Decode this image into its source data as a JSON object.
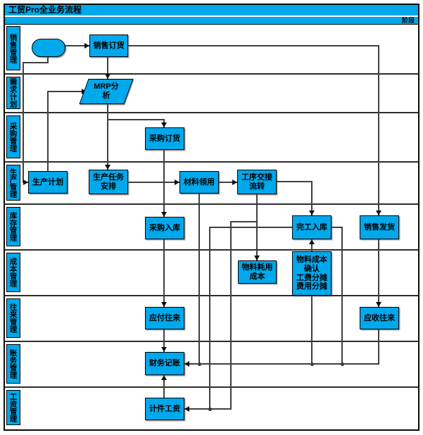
{
  "title": "工贸Pro全业务流程",
  "phase_label": "阶段",
  "colors": {
    "accent": "#00a8ec",
    "line": "#3f3f3f",
    "border": "#0a0a0a"
  },
  "lanes": [
    {
      "label": "销售管理"
    },
    {
      "label": "需求计划"
    },
    {
      "label": "采购管理"
    },
    {
      "label": "生产管理"
    },
    {
      "label": "库存管理"
    },
    {
      "label": "成本管理"
    },
    {
      "label": "往来管理"
    },
    {
      "label": "账务管理"
    },
    {
      "label": "工资管理"
    }
  ],
  "nodes": {
    "start": {
      "label": ""
    },
    "sales_order": {
      "label": "销售订货"
    },
    "mrp_analysis": {
      "label": "MRP分\n析"
    },
    "purchase_order": {
      "label": "采购订货"
    },
    "production_plan": {
      "label": "生产计划"
    },
    "production_task": {
      "label": "生产任务\n安排"
    },
    "material_requisition": {
      "label": "材料领用"
    },
    "process_handover": {
      "label": "工序交接\n流转"
    },
    "purchase_inbound": {
      "label": "采购入库"
    },
    "completion_inbound": {
      "label": "完工入库"
    },
    "sales_delivery": {
      "label": "销售发货"
    },
    "material_consumption_cost": {
      "label": "物料耗用\n成本"
    },
    "cost_confirmation": {
      "label": "物料成本\n确认\n工费分摊\n费用分摊"
    },
    "accounts_payable": {
      "label": "应付往来"
    },
    "accounts_receivable": {
      "label": "应收往来"
    },
    "financial_bookkeeping": {
      "label": "财务记账"
    },
    "piece_rate_wage": {
      "label": "计件工资"
    }
  },
  "edges": [
    {
      "from": "start",
      "to": "sales_order"
    },
    {
      "from": "sales_order",
      "to": "mrp_analysis"
    },
    {
      "from": "sales_order",
      "to": "sales_delivery"
    },
    {
      "from": "start",
      "to": "production_plan"
    },
    {
      "from": "production_plan",
      "to": "mrp_analysis"
    },
    {
      "from": "mrp_analysis",
      "to": "purchase_order"
    },
    {
      "from": "mrp_analysis",
      "to": "production_task"
    },
    {
      "from": "purchase_order",
      "to": "purchase_inbound"
    },
    {
      "from": "production_task",
      "to": "material_requisition"
    },
    {
      "from": "material_requisition",
      "to": "process_handover"
    },
    {
      "from": "process_handover",
      "to": "completion_inbound"
    },
    {
      "from": "process_handover",
      "to": "material_consumption_cost"
    },
    {
      "from": "process_handover",
      "to": "piece_rate_wage"
    },
    {
      "from": "completion_inbound",
      "to": "piece_rate_wage"
    },
    {
      "from": "material_requisition",
      "to": "financial_bookkeeping"
    },
    {
      "from": "purchase_inbound",
      "to": "accounts_payable"
    },
    {
      "from": "cost_confirmation",
      "to": "completion_inbound"
    },
    {
      "from": "cost_confirmation",
      "to": "financial_bookkeeping"
    },
    {
      "from": "completion_inbound",
      "to": "financial_bookkeeping"
    },
    {
      "from": "sales_delivery",
      "to": "accounts_receivable"
    },
    {
      "from": "accounts_receivable",
      "to": "financial_bookkeeping"
    },
    {
      "from": "accounts_payable",
      "to": "financial_bookkeeping"
    },
    {
      "from": "piece_rate_wage",
      "to": "financial_bookkeeping"
    }
  ]
}
